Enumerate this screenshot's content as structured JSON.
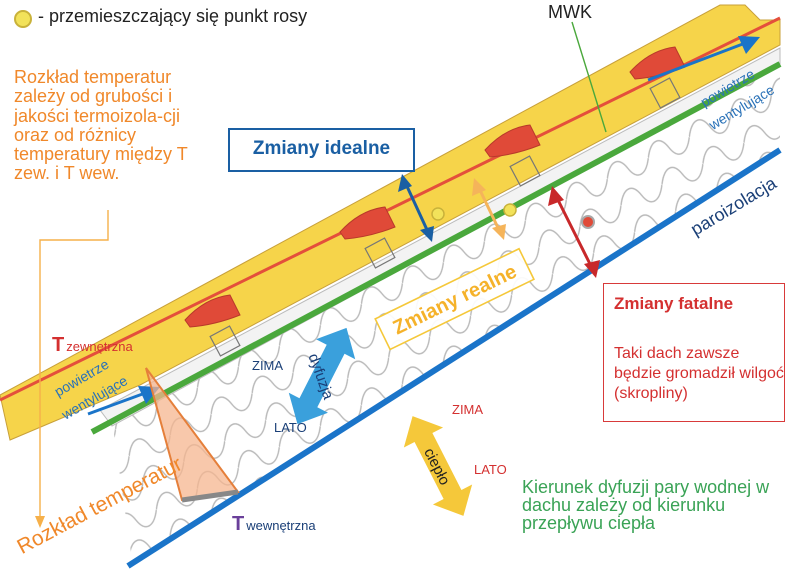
{
  "legend": {
    "text": "- przemieszczający się punkt rosy"
  },
  "mwk_label": "MWK",
  "note_temperature": "Rozkład temperatur zależy od grubości i jakości termoizola-cji oraz od różnicy temperatury między T zew. i T wew.",
  "ideal_label": "Zmiany idealne",
  "real_label": "Zmiany realne",
  "fatal": {
    "title": "Zmiany fatalne",
    "body": "Taki dach zawsze będzie gromadził wilgoć (skropliny)"
  },
  "paroizolacja_label": "paroizolacja",
  "air_top_label_1": "powietrze",
  "air_top_label_2": "wentylujące",
  "air_left_label_1": "powietrze",
  "air_left_label_2": "wentylujące",
  "t_outside": {
    "letter": "T",
    "word": "zewnętrzna"
  },
  "t_inside": {
    "letter": "T",
    "word": "wewnętrzna"
  },
  "temperature_distribution_label": "Rozkład temperatur",
  "diffusion_label": "dyfuzja",
  "heat_label": "ciepło",
  "zima_left": "ZIMA",
  "lato_left": "LATO",
  "zima_right": "ZIMA",
  "lato_right": "LATO",
  "diffusion_note": "Kierunek dyfuzji pary wodnej w dachu zależy od kierunku przepływu ciepła",
  "colors": {
    "blue": "#1a74c9",
    "green": "#4aa83c",
    "red": "#d43030",
    "orange": "#f0882a",
    "yellow": "#f5c83a",
    "tile": "#f6d44a"
  }
}
